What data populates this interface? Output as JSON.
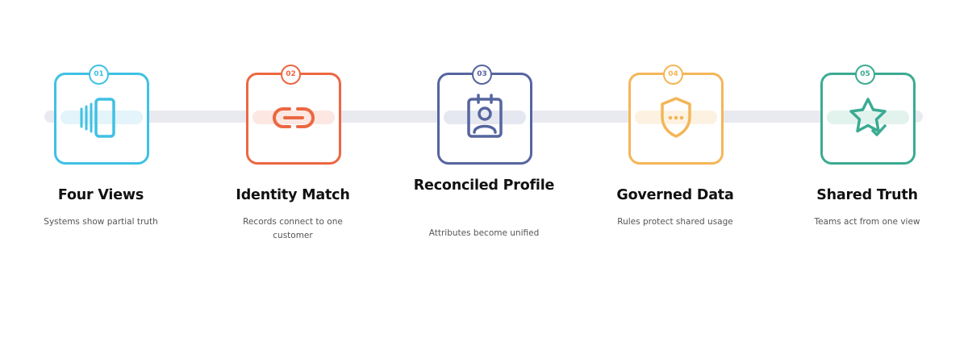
{
  "steps": [
    {
      "number": "01",
      "title": "Four Views",
      "description": "Systems show partial truth",
      "icon": "panels-icon",
      "color": "#3fc1e4",
      "band": "#e3f4fa"
    },
    {
      "number": "02",
      "title": "Identity Match",
      "description": "Records connect to one customer",
      "icon": "link-icon",
      "color": "#ec6741",
      "band": "#fce7e2"
    },
    {
      "number": "03",
      "title": "Reconciled Profile",
      "description": "Attributes become unified",
      "icon": "contact-badge-icon",
      "color": "#55659f",
      "band": "#e6e8f1"
    },
    {
      "number": "04",
      "title": "Governed Data",
      "description": "Rules protect shared usage",
      "icon": "shield-icon",
      "color": "#f4b657",
      "band": "#fdf2e2"
    },
    {
      "number": "05",
      "title": "Shared Truth",
      "description": "Teams act from one view",
      "icon": "star-check-icon",
      "color": "#3bab92",
      "band": "#e2f3ee"
    }
  ]
}
